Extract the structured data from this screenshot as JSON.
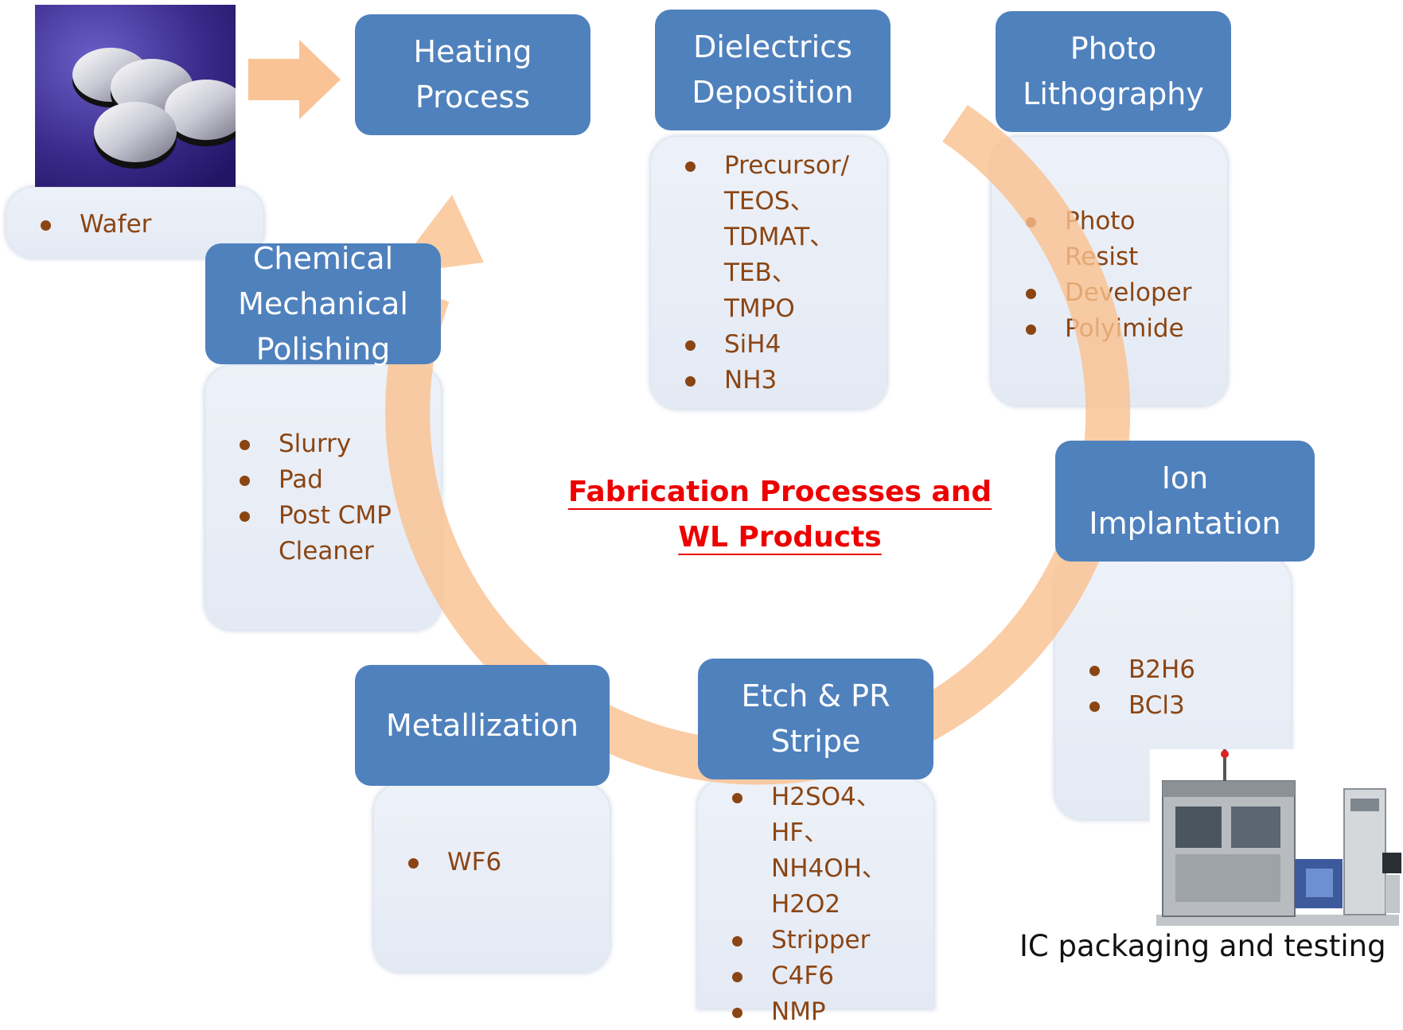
{
  "title": {
    "line1": "Fabrication Processes and",
    "line2": "WL Products"
  },
  "steps": {
    "heating": {
      "line1": "Heating",
      "line2": "Process"
    },
    "dielectrics": {
      "line1": "Dielectrics",
      "line2": "Deposition"
    },
    "photo": {
      "line1": "Photo",
      "line2": "Lithography"
    },
    "ion": {
      "line1": "Ion",
      "line2": "Implantation"
    },
    "etch": {
      "line1": "Etch & PR",
      "line2": "Stripe"
    },
    "metal": {
      "line1": "Metallization"
    },
    "cmp": {
      "line1": "Chemical",
      "line2": "Mechanical",
      "line3": "Polishing"
    }
  },
  "products": {
    "wafer": [
      "Wafer"
    ],
    "dielectrics": [
      "Precursor/",
      "TEOS、",
      "TDMAT、",
      "TEB、",
      "TMPO",
      "SiH4",
      "NH3"
    ],
    "photo": [
      "Photo",
      "Resist",
      "Developer",
      "Polyimide"
    ],
    "ion": [
      "B2H6",
      "BCl3"
    ],
    "etch": [
      "H2SO4、",
      "HF、",
      "NH4OH、",
      "H2O2",
      "Stripper",
      "C4F6",
      "NMP"
    ],
    "metal": [
      "WF6"
    ],
    "cmp": [
      "Slurry",
      "Pad",
      "Post CMP",
      "Cleaner"
    ]
  },
  "packaging_caption": "IC packaging and testing",
  "colors": {
    "box": "#4f81bd",
    "panel": "#e6ecf5",
    "arrow": "#fac08f",
    "product_text": "#8b4513",
    "title": "#ee0000"
  },
  "icons": {
    "wafer": "wafer-discs-photo",
    "equipment": "packaging-equipment-photo"
  }
}
